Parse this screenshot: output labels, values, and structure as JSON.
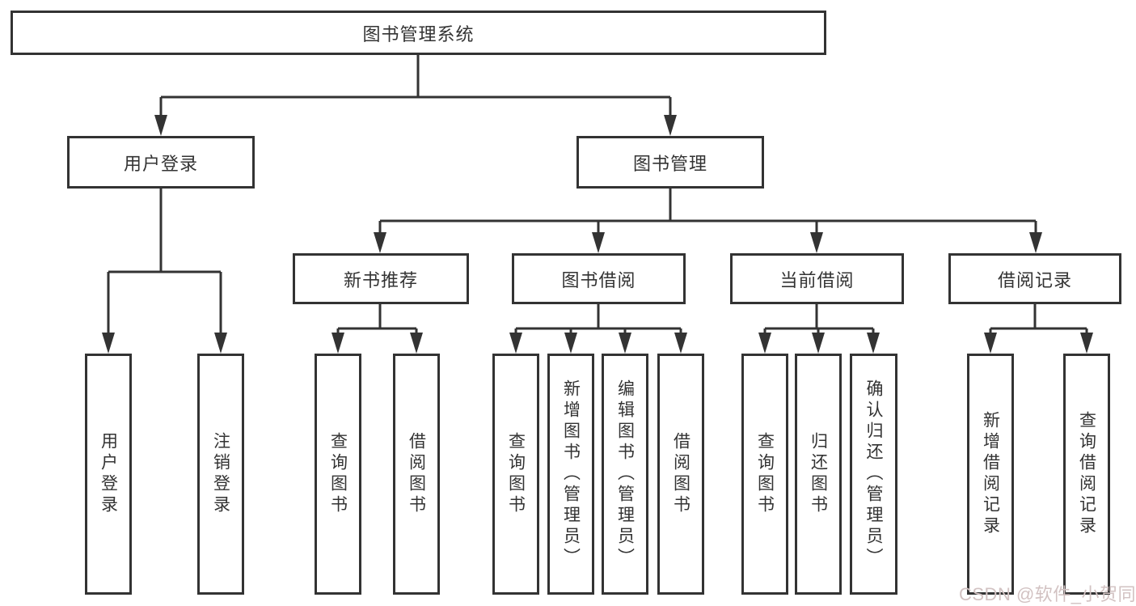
{
  "tree": {
    "title": "图书管理系统",
    "branches": {
      "user_login": {
        "label": "用户登录",
        "children": [
          "用户登录",
          "注销登录"
        ]
      },
      "book_mgmt": {
        "label": "图书管理",
        "sections": [
          {
            "label": "新书推荐",
            "children": [
              "查询图书",
              "借阅图书"
            ]
          },
          {
            "label": "图书借阅",
            "children": [
              "查询图书",
              "新增图书（管理员）",
              "编辑图书（管理员）",
              "借阅图书"
            ]
          },
          {
            "label": "当前借阅",
            "children": [
              "查询图书",
              "归还图书",
              "确认归还（管理员）"
            ]
          },
          {
            "label": "借阅记录",
            "children": [
              "新增借阅记录",
              "查询借阅记录"
            ]
          }
        ]
      }
    }
  },
  "watermark": {
    "text": "CSDN @软件_小贺同学"
  },
  "colors": {
    "line": "#333333",
    "text": "#333333",
    "node_bg": "#ffffff",
    "background": "#ffffff",
    "watermark": "#d2c2c2"
  }
}
